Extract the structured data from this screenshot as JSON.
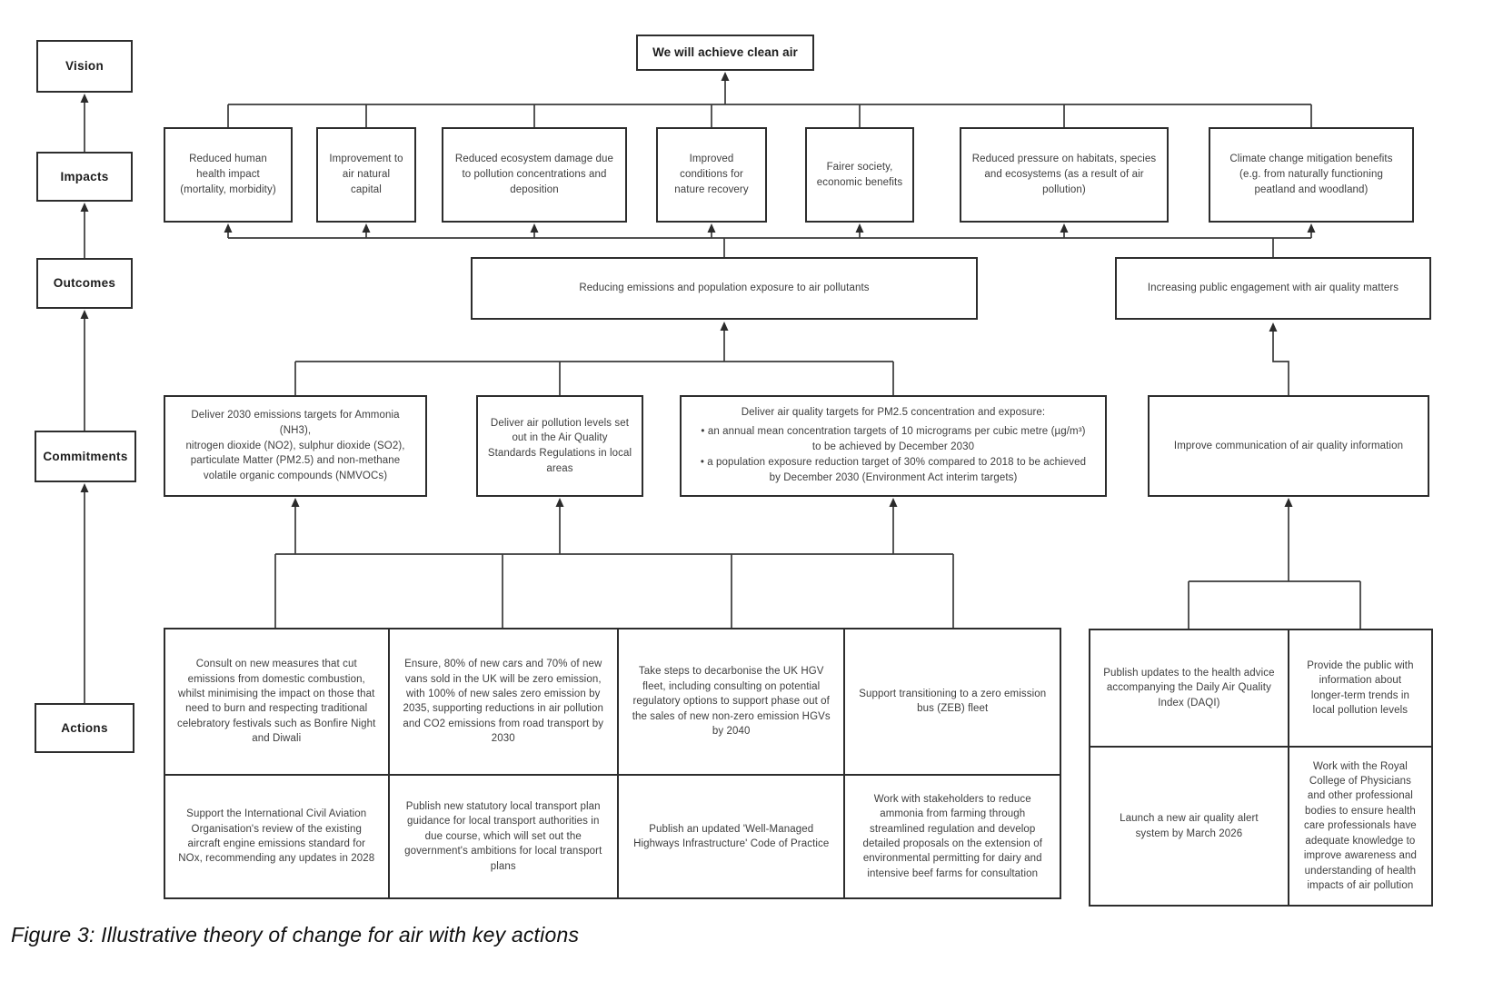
{
  "colors": {
    "line": "#3a3a3a",
    "border": "#2d2d2d",
    "text": "#3d3d3d",
    "background": "#ffffff"
  },
  "stages": {
    "vision": "Vision",
    "impacts": "Impacts",
    "outcomes": "Outcomes",
    "commitments": "Commitments",
    "actions": "Actions"
  },
  "vision_statement": "We will achieve clean air",
  "impacts": [
    "Reduced human health impact (mortality, morbidity)",
    "Improvement to air natural capital",
    "Reduced ecosystem damage due to pollution concentrations and deposition",
    "Improved conditions for nature recovery",
    "Fairer society, economic benefits",
    "Reduced pressure on habitats, species and ecosystems (as a result of air pollution)",
    "Climate change mitigation benefits (e.g. from naturally functioning peatland and woodland)"
  ],
  "outcomes": [
    "Reducing emissions and population exposure to air pollutants",
    "Increasing public engagement with air quality matters"
  ],
  "commitments": {
    "emissions_targets": "Deliver 2030 emissions targets for Ammonia (NH3),\nnitrogen dioxide (NO2), sulphur dioxide (SO2), particulate Matter (PM2.5) and non-methane volatile organic compounds (NMVOCs)",
    "local_levels": "Deliver air pollution levels set out in the Air Quality Standards Regulations in local areas",
    "pm25": {
      "intro": "Deliver air quality targets for PM2.5 concentration and exposure:",
      "bullets": [
        "an annual mean concentration targets of 10 micrograms per cubic metre (µg/m³) to be achieved by December 2030",
        "a population exposure reduction target of 30% compared to 2018 to be achieved by December 2030 (Environment Act interim targets)"
      ]
    },
    "communication": "Improve communication of air quality information"
  },
  "actions": {
    "left": {
      "row1": [
        "Consult on new measures that cut emissions from domestic combustion, whilst minimising the impact on those that need to burn and respecting traditional celebratory festivals such as Bonfire Night and Diwali",
        "Ensure, 80% of new cars and 70% of new vans sold in the UK will be zero emission, with 100% of new sales zero emission by 2035, supporting reductions in air pollution and CO2 emissions from road transport by 2030",
        "Take steps to decarbonise the UK HGV fleet, including consulting on potential regulatory options to support phase out of the sales of new non-zero emission HGVs by 2040",
        "Support transitioning to a zero emission bus (ZEB) fleet"
      ],
      "row2": [
        "Support the International Civil Aviation Organisation's review of the existing aircraft engine emissions standard for NOx, recommending any updates in 2028",
        "Publish new statutory local transport plan guidance for local transport authorities in due course, which will set out the government's ambitions for local transport plans",
        "Publish an updated 'Well-Managed Highways Infrastructure' Code of Practice",
        "Work with stakeholders to reduce ammonia from farming through streamlined regulation and develop detailed proposals on the extension of environmental permitting for dairy and intensive beef farms for consultation"
      ]
    },
    "right": {
      "row1": [
        "Publish updates to the health advice accompanying the Daily Air Quality Index (DAQI)",
        "Provide the public with information about longer-term trends in local pollution levels"
      ],
      "row2": [
        "Launch a new air quality alert system by March 2026",
        "Work with the Royal College of Physicians and other professional bodies to ensure health care professionals have adequate knowledge to improve awareness and understanding of health impacts of air pollution"
      ]
    }
  },
  "caption": "Figure 3: Illustrative theory of change for air with key actions"
}
